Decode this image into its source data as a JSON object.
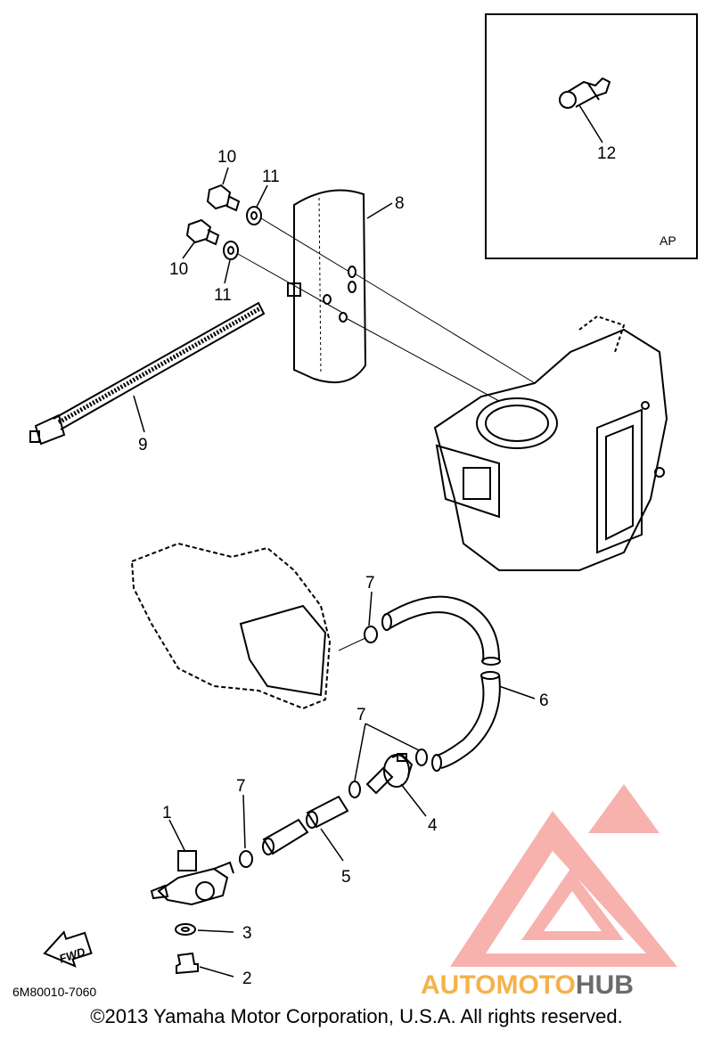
{
  "callouts": {
    "c1": "1",
    "c2": "2",
    "c3": "3",
    "c4": "4",
    "c5": "5",
    "c6": "6",
    "c7a": "7",
    "c7b": "7",
    "c7c": "7",
    "c8": "8",
    "c9": "9",
    "c10a": "10",
    "c10b": "10",
    "c11a": "11",
    "c11b": "11",
    "c12": "12"
  },
  "inset_label": "AP",
  "fwd_label": "FWD",
  "diagram_code": "6M80010-7060",
  "copyright": "©2013 Yamaha Motor Corporation, U.S.A. All rights reserved.",
  "watermark": {
    "part1": "AUTO",
    "part2": "MOTO",
    "part3": "HUB"
  },
  "colors": {
    "line": "#000000",
    "watermark_red": "#e8413a",
    "watermark_orange": "#f4b24a",
    "watermark_gray": "#6b6b6b"
  }
}
